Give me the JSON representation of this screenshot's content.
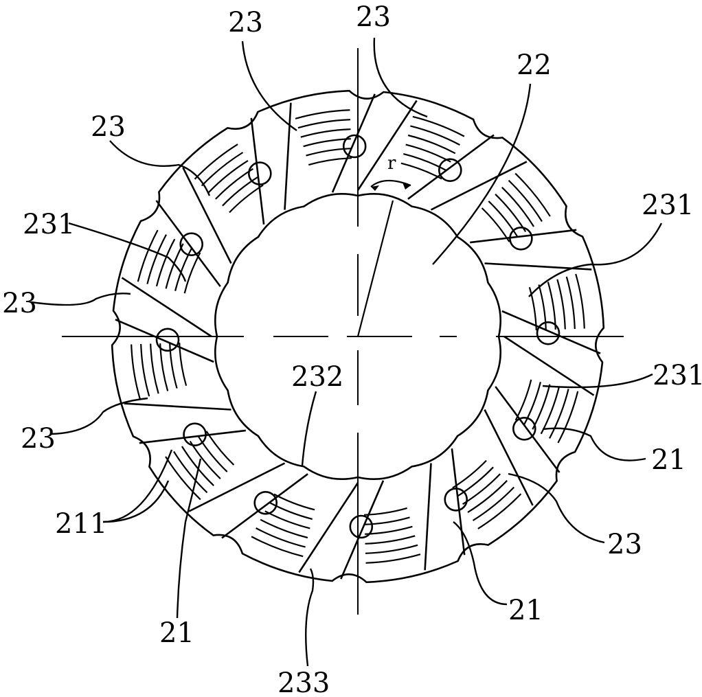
{
  "figure": {
    "labels": {
      "top_left_23": "23",
      "top_center_23": "23",
      "top_right_22": "22",
      "upper_left_23": "23",
      "left_231": "231",
      "right_231": "231",
      "left_23": "23",
      "right_231_lower": "231",
      "lower_left_23": "23",
      "center_232": "232",
      "right_21": "21",
      "left_211": "211",
      "lower_right_23": "23",
      "bottom_left_21": "21",
      "bottom_right_21": "21",
      "bottom_233": "233",
      "angle_r": "r"
    }
  }
}
